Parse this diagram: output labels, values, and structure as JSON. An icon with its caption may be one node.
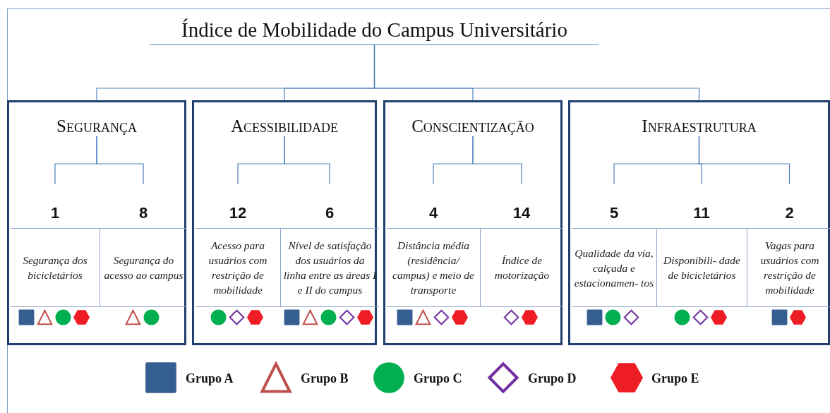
{
  "diagram": {
    "nodes": [
      {
        "text": [
          "Índice de Mobilidade do Campus Universitário"
        ]
      },
      {
        "text": [
          "Segurança"
        ]
      },
      {
        "text": [
          "Acessibilidade"
        ]
      },
      {
        "text": [
          "Conscientização"
        ]
      },
      {
        "text": [
          "Infraestrutura"
        ]
      },
      {
        "text": [
          "1",
          "Segurança dos bicicletários"
        ],
        "in": 1
      },
      {
        "text": [
          "8",
          "Segurança do acesso ao campus"
        ],
        "in": 1
      },
      {
        "text": [
          "12",
          "Acesso para usuários com restrição de mobilidade"
        ],
        "in": 2
      },
      {
        "text": [
          "6",
          "Nível de satisfação dos usuários da linha entre as áreas I e II do campus"
        ],
        "in": 2
      },
      {
        "text": [
          "4",
          "Distância média (residência/ campus) e meio de transporte"
        ],
        "in": 3
      },
      {
        "text": [
          "14",
          "Índice de motorização"
        ],
        "in": 3
      },
      {
        "text": [
          "5",
          "Qualidade da via, calçada e estacionamen- tos"
        ],
        "in": 4
      },
      {
        "text": [
          "11",
          "Disponibili- dade de bicicletários"
        ],
        "in": 4
      },
      {
        "text": [
          "2",
          "Vagas para usuários com restrição de mobilidade"
        ],
        "in": 4
      }
    ],
    "edges": [
      {
        "from": 0,
        "to": 1,
        "arrow": "none"
      },
      {
        "from": 0,
        "to": 2,
        "arrow": "none"
      },
      {
        "from": 0,
        "to": 3,
        "arrow": "none"
      },
      {
        "from": 0,
        "to": 4,
        "arrow": "none"
      },
      {
        "from": 1,
        "to": 5,
        "arrow": "none"
      },
      {
        "from": 1,
        "to": 6,
        "arrow": "none"
      },
      {
        "from": 2,
        "to": 7,
        "arrow": "none"
      },
      {
        "from": 2,
        "to": 8,
        "arrow": "none"
      },
      {
        "from": 3,
        "to": 9,
        "arrow": "none"
      },
      {
        "from": 3,
        "to": 10,
        "arrow": "none"
      },
      {
        "from": 4,
        "to": 11,
        "arrow": "none"
      },
      {
        "from": 4,
        "to": 12,
        "arrow": "none"
      },
      {
        "from": 4,
        "to": 13,
        "arrow": "none"
      }
    ],
    "legend": [
      {
        "text": "Grupo A"
      },
      {
        "text": "Grupo B"
      },
      {
        "text": "Grupo C"
      },
      {
        "text": "Grupo D"
      },
      {
        "text": "Grupo E"
      }
    ]
  }
}
